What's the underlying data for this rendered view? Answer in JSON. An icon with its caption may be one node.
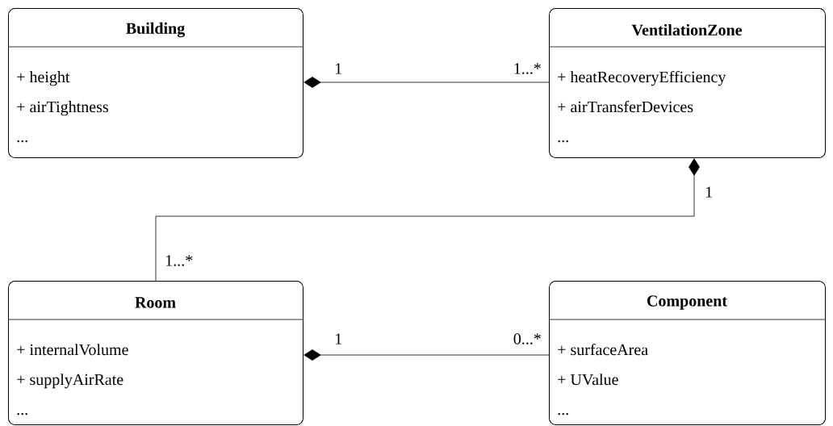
{
  "diagram": {
    "nodes": [
      {
        "text": [
          "Building",
          "+ height",
          "+ airTightness",
          "..."
        ]
      },
      {
        "text": [
          "VentilationZone",
          "+ heatRecoveryEfficiency",
          "+ airTransferDevices",
          "..."
        ]
      },
      {
        "text": [
          "Room",
          "+ internalVolume",
          "+ supplyAirRate",
          "..."
        ]
      },
      {
        "text": [
          "Component",
          "+ surfaceArea",
          "+ UValue",
          "..."
        ]
      }
    ],
    "edges": [
      {
        "from": 0,
        "to": 1,
        "arrow": "other"
      },
      {
        "from": 1,
        "to": 2,
        "arrow": "other"
      },
      {
        "from": 2,
        "to": 3,
        "arrow": "other"
      }
    ],
    "labels": [
      "1",
      "1...*",
      "1",
      "1...*",
      "1",
      "0...*"
    ]
  }
}
